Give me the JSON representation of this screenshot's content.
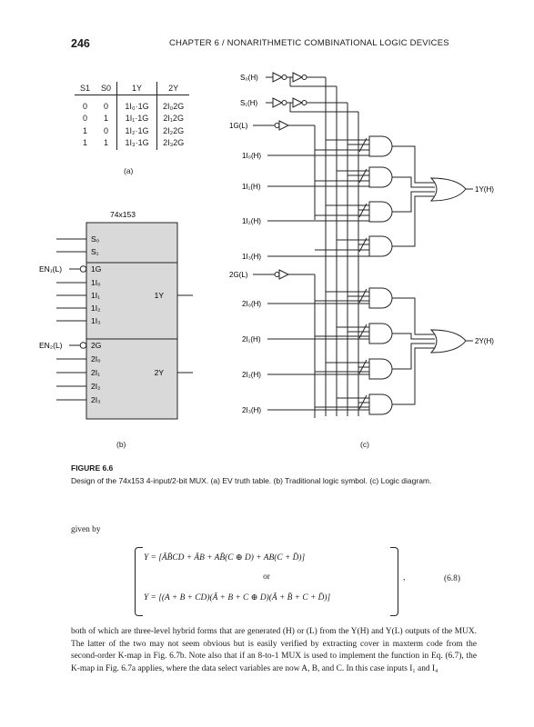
{
  "header": {
    "page_number": "246",
    "running_title": "CHAPTER 6 / NONARITHMETIC COMBINATIONAL LOGIC DEVICES"
  },
  "truth_table": {
    "headers": [
      "S1",
      "S0",
      "1Y",
      "2Y"
    ],
    "rows": [
      [
        "0",
        "0",
        "1I₀·1G",
        "2I₀2G"
      ],
      [
        "0",
        "1",
        "1I₁·1G",
        "2I₁2G"
      ],
      [
        "1",
        "0",
        "1I₂·1G",
        "2I₂2G"
      ],
      [
        "1",
        "1",
        "1I₃·1G",
        "2I₃2G"
      ]
    ],
    "sublabel": "(a)"
  },
  "symbol": {
    "title": "74x153",
    "select_inputs": [
      "S₀",
      "S₁"
    ],
    "enable1": "EN₁(L)",
    "enable2": "EN₂(L)",
    "sec1_enable": "1G",
    "sec1_inputs": [
      "1I₀",
      "1I₁",
      "1I₂",
      "1I₃"
    ],
    "sec1_output": "1Y",
    "sec2_enable": "2G",
    "sec2_inputs": [
      "2I₀",
      "2I₁",
      "2I₂",
      "2I₃"
    ],
    "sec2_output": "2Y",
    "sublabel": "(b)"
  },
  "logic": {
    "select_labels": [
      "S₀(H)",
      "S₁(H)"
    ],
    "g1_label": "1G(L)",
    "group1_inputs": [
      "1I₀(H)",
      "1I₁(H)",
      "1I₂(H)",
      "1I₃(H)"
    ],
    "g2_label": "2G(L)",
    "group2_inputs": [
      "2I₀(H)",
      "2I₁(H)",
      "2I₂(H)",
      "2I₃(H)"
    ],
    "out1": "1Y(H)",
    "out2": "2Y(H)",
    "sublabel": "(c)"
  },
  "figure": {
    "title": "FIGURE 6.6",
    "caption": "Design of the 74x153 4-input/2-bit MUX. (a) EV truth table. (b) Traditional logic symbol. (c) Logic diagram."
  },
  "body": {
    "given_by": "given by",
    "eq_line1": "Y = [ĀB̄CD + ĀB + AB̄(C ⊕ D) + AB(C + D̄)]",
    "eq_or": "or",
    "eq_line2": "Y = [(A + B + CD)(Ā + B + C ⊕ D)(Ā + B̄ + C + D̄)]",
    "eq_number": "(6.8)",
    "paragraph": "both of which are three-level hybrid forms that are generated (H) or (L) from the Y(H) and Y(L) outputs of the MUX. The latter of the two may not seem obvious but is easily verified by extracting cover in maxterm code from the second-order K-map in Fig. 6.7b. Note also that if an 8-to-1 MUX is used to implement the function in Eq. (6.7), the K-map in Fig. 6.7a applies, where the data select variables are now A, B, and C. In this case inputs I₁ and I₄"
  }
}
